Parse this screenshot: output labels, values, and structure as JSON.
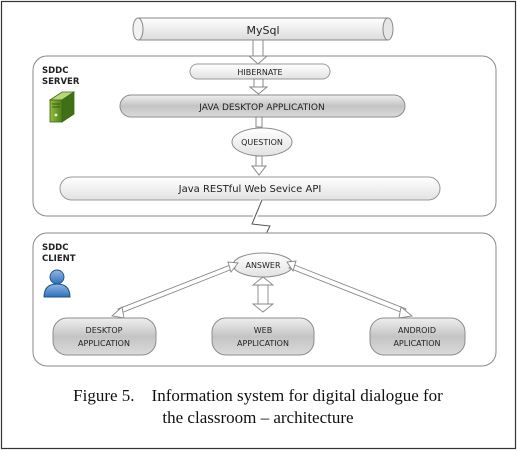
{
  "nodes": {
    "mysql": "MySql",
    "server_title_line1": "SDDC",
    "server_title_line2": "SERVER",
    "hibernate": "HIBERNATE",
    "java_desktop": "JAVA DESKTOP APPLICATION",
    "question": "QUESTION",
    "restful_api": "Java RESTful Web Sevice API",
    "client_title_line1": "SDDC",
    "client_title_line2": "CLIENT",
    "answer": "ANSWER",
    "desktop_app_line1": "DESKTOP",
    "desktop_app_line2": "APPLICATION",
    "web_app_line1": "WEB",
    "web_app_line2": "APPLICATION",
    "android_app_line1": "ANDROID",
    "android_app_line2": "APLICATION"
  },
  "caption": {
    "line1": "Figure 5.    Information system for digital dialogue for",
    "line2": "the classroom – architecture"
  },
  "icons": {
    "server": "server-icon",
    "client": "user-icon"
  }
}
